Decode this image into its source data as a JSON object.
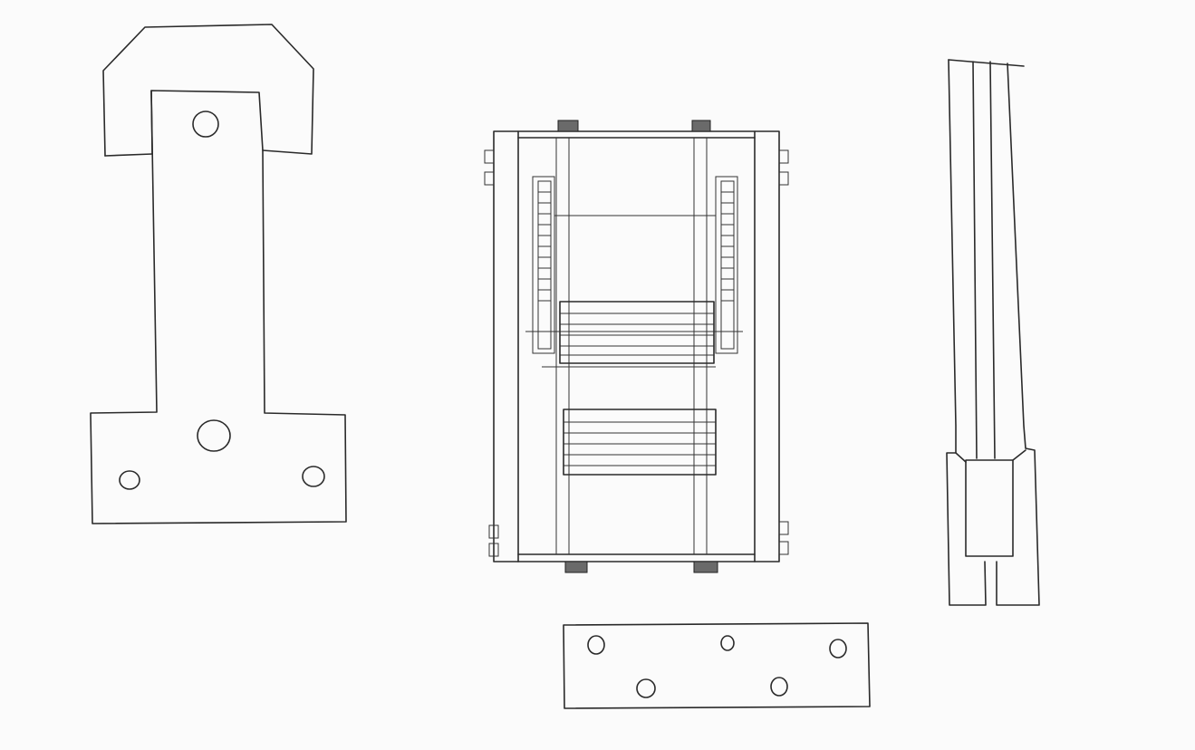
{
  "colors": {
    "paper": "#fbfbfb",
    "ink": "#2a2a2a"
  },
  "drawings": [
    "t-bracket",
    "frame-assembly",
    "mounting-plate",
    "vertical-rail"
  ]
}
